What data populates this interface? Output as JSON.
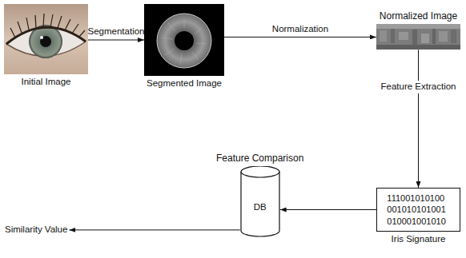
{
  "diagram": {
    "nodes": [
      {
        "text": [
          "Initial Image"
        ]
      },
      {
        "text": [
          "Segmented Image"
        ]
      },
      {
        "text": [
          "Normalized Image"
        ]
      },
      {
        "text": [
          "111001010100 001010101001 010001001010",
          "Iris Signature"
        ]
      },
      {
        "text": [
          "Feature Comparison",
          "DB"
        ]
      },
      {
        "text": [
          "Similarity Value"
        ]
      }
    ],
    "edges": [
      {
        "from": 0,
        "to": 1,
        "label": "Segmentation",
        "arrow": "to"
      },
      {
        "from": 1,
        "to": 2,
        "label": "Normalization",
        "arrow": "to"
      },
      {
        "from": 2,
        "to": 3,
        "label": "Feature Extraction",
        "arrow": "to"
      },
      {
        "from": 3,
        "to": 4,
        "arrow": "to"
      },
      {
        "from": 4,
        "to": 5,
        "arrow": "to"
      }
    ]
  }
}
